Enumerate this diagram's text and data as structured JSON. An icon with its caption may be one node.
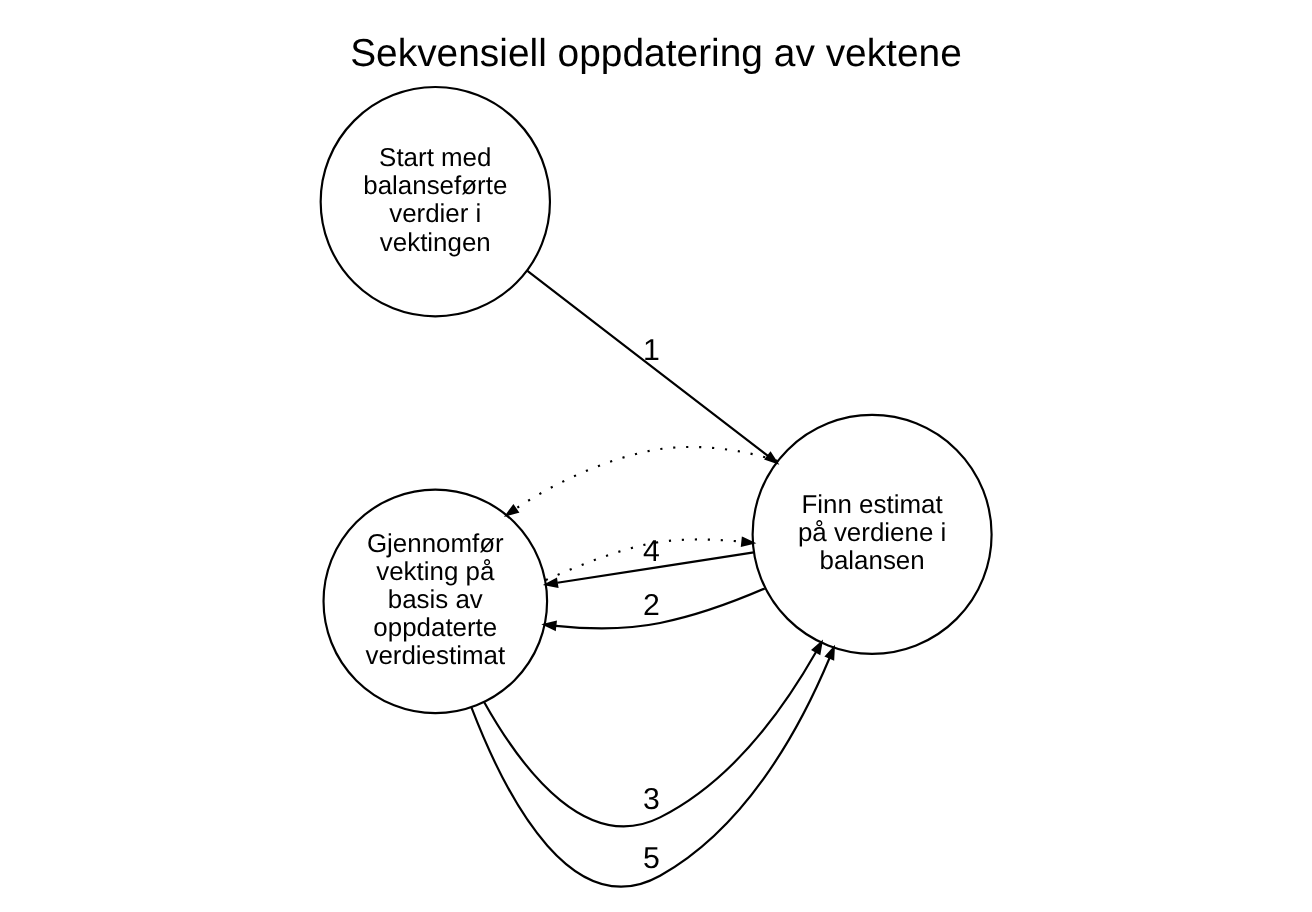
{
  "diagram": {
    "title": "Sekvensiell oppdatering av vektene",
    "nodes": [
      {
        "text": [
          "Start med balanseførte verdier i vektingen"
        ]
      },
      {
        "text": [
          "Finn estimat på verdiene i balansen"
        ]
      },
      {
        "text": [
          "Gjennomfør vekting på basis av oppdaterte verdiestimat"
        ]
      }
    ],
    "edges": [
      {
        "from": 0,
        "to": 1,
        "arrow": "to",
        "label": "1"
      },
      {
        "from": 2,
        "to": 1,
        "arrow": "to",
        "label": "3"
      },
      {
        "from": 2,
        "to": 1,
        "arrow": "to",
        "label": "5"
      },
      {
        "from": 2,
        "to": 1,
        "arrow": "to",
        "style": "dashed"
      },
      {
        "from": 1,
        "to": 2,
        "arrow": "to",
        "style": "dashed"
      },
      {
        "from": 1,
        "to": 2,
        "arrow": "to",
        "label": "4"
      },
      {
        "from": 1,
        "to": 2,
        "arrow": "to",
        "label": "2"
      }
    ]
  }
}
